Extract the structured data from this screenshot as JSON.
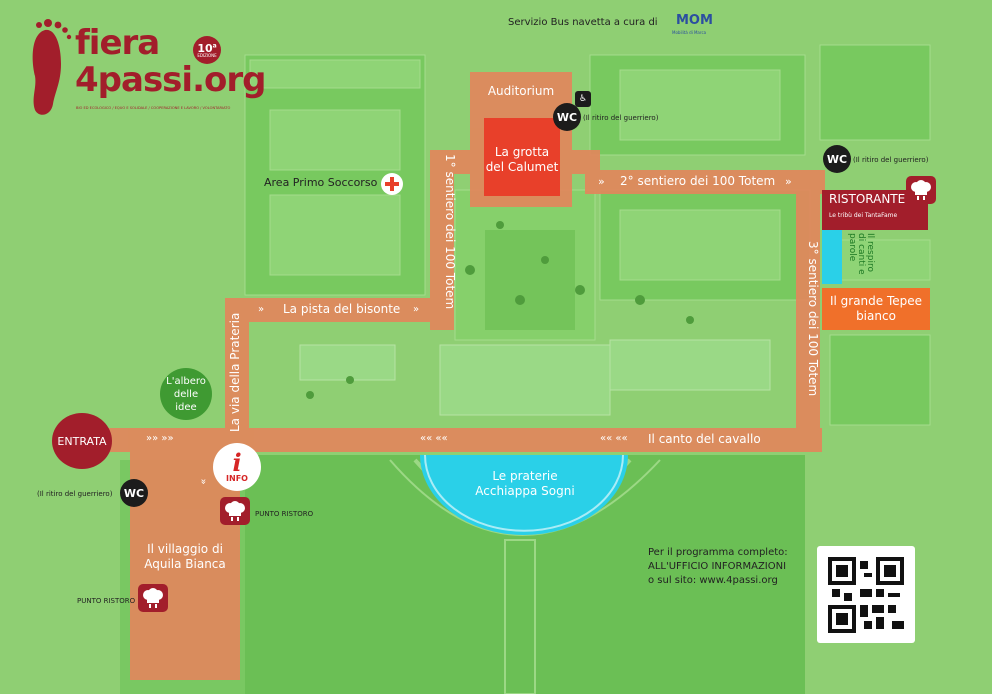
{
  "logo": {
    "line1": "fiera",
    "line2": "4passi.org",
    "tagline": "BIO ED ECOLOGICO / EQUO E SOLIDALE / COOPERAZIONE E LAVORO / VOLONTARIATO",
    "badge_number": "10",
    "badge_suffix": "a",
    "badge_word": "EDIZIONE"
  },
  "shuttle": {
    "text": "Servizio Bus navetta a cura di",
    "brand_logo": "MOM",
    "brand_sub": "Mobilità di Marca"
  },
  "areas": {
    "auditorium": "Auditorium",
    "grotta": "La grotta del Calumet",
    "ristorante": "RISTORANTE",
    "ristorante_sub": "Le tribù dei TantaFame",
    "respiro": "Il respiro di canti e parole",
    "tepee": "Il grande Tepee bianco",
    "praterie": "Le praterie Acchiappa Sogni",
    "villaggio": "Il villaggio di Aquila Bianca",
    "albero": "L'albero delle idee",
    "entrata": "ENTRATA",
    "info_letter": "i",
    "info_word": "INFO",
    "primo_soccorso": "Area Primo Soccorso"
  },
  "paths": {
    "sentiero1": "1° sentiero dei 100 Totem",
    "sentiero2": "2° sentiero dei 100 Totem",
    "sentiero3": "3° sentiero dei 100 Totem",
    "bisonte": "La pista del bisonte",
    "prateria": "La via della Prateria",
    "cavallo": "Il canto del cavallo",
    "arrows_right": "»» »»",
    "arrows_left": "«« ««",
    "arrows_down": "»"
  },
  "wc": {
    "label": "WC",
    "ritiro": "(Il ritiro del guerriero)",
    "ritiro_right": "(Il ritiro del guerriero)"
  },
  "ristoro": {
    "label": "PUNTO RISTORO"
  },
  "program": {
    "line1": "Per il programma completo:",
    "line2": "ALL'UFFICIO INFORMAZIONI",
    "line3": "o sul sito: www.4passi.org"
  },
  "colors": {
    "grass": "#8fcf73",
    "field": "#6bbf55",
    "path": "#e2875c",
    "maroon": "#a21e2b",
    "red": "#e8402a",
    "orange": "#f0702a",
    "cyan": "#2ad0e8",
    "green_circle": "#3f9a32"
  },
  "icons": [
    "footprint-icon",
    "red-cross-icon",
    "accessible-icon",
    "restaurant-icon",
    "qr-code-icon"
  ]
}
